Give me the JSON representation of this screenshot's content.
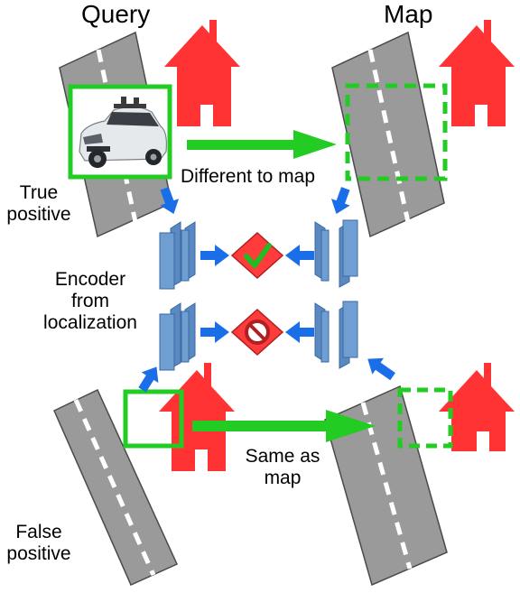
{
  "headers": {
    "query": "Query",
    "map": "Map"
  },
  "labels": {
    "true_positive": [
      "True",
      "positive"
    ],
    "encoder": [
      "Encoder",
      "from",
      "localization"
    ],
    "false_positive": [
      "False",
      "positive"
    ],
    "different_to_map": "Different to map",
    "same_as_map": [
      "Same as",
      "map"
    ]
  },
  "icons": {
    "top_result": "checkmark-icon",
    "bottom_result": "prohibition-icon"
  },
  "colors": {
    "road": "#9a9a9a",
    "road_edge": "#4a4a4a",
    "lane_marking": "#ffffff",
    "house": "#ff3333",
    "query_box": "#22cc22",
    "green_arrow": "#22cc22",
    "blue_arrow": "#1a6fe8",
    "encoder_block": "#6f9fd2",
    "encoder_edge": "#3a6aa0",
    "result_diamond": "#ff3b3b",
    "check": "#22bb22"
  }
}
